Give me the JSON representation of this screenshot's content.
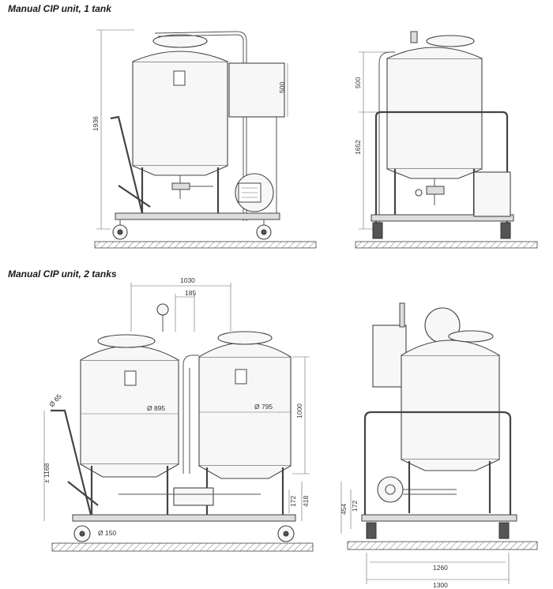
{
  "titles": {
    "one_tank": "Manual CIP unit, 1 tank",
    "two_tanks": "Manual CIP unit, 2 tanks"
  },
  "dimensions": {
    "height_1tank": "1936",
    "top_1tank": "500",
    "top_1tank_side": "500",
    "height_1tank_side": "1652",
    "width_top": "1030",
    "pipe_spacing": "185",
    "dia_left": "Ø 895",
    "dia_right": "Ø 795",
    "tank_height": "1000",
    "handle_angle": "Ø 65",
    "handle_height": "± 1168",
    "pipe_height": "172",
    "outlet_height": "418",
    "wheel_dia": "Ø 150",
    "side_outlet_172": "172",
    "side_outlet_454": "454",
    "width_inner": "1260",
    "width_outer": "1300"
  },
  "colors": {
    "line": "#444444",
    "tank_fill": "#f7f7f7"
  }
}
